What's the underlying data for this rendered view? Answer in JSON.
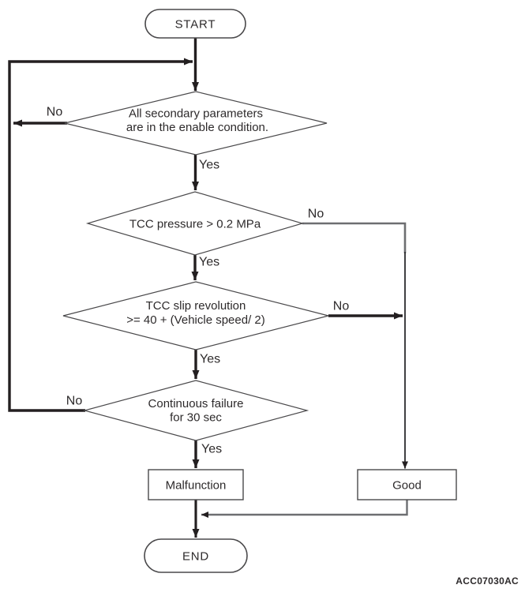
{
  "diagram": {
    "type": "flowchart",
    "reference_code": "ACC07030AC",
    "nodes": {
      "start": {
        "label": "START"
      },
      "decision_secondary_params": {
        "line1": "All secondary parameters",
        "line2": "are in the enable condition."
      },
      "decision_tcc_pressure": {
        "label": "TCC pressure > 0.2 MPa"
      },
      "decision_tcc_slip": {
        "line1": "TCC slip revolution",
        "line2": ">= 40 + (Vehicle speed/ 2)"
      },
      "decision_continuous_failure": {
        "line1": "Continuous failure",
        "line2": "for 30 sec"
      },
      "malfunction": {
        "label": "Malfunction"
      },
      "good": {
        "label": "Good"
      },
      "end": {
        "label": "END"
      }
    },
    "edge_labels": {
      "secondary_params_no": "No",
      "secondary_params_yes": "Yes",
      "tcc_pressure_no": "No",
      "tcc_pressure_yes": "Yes",
      "tcc_slip_no": "No",
      "tcc_slip_yes": "Yes",
      "continuous_failure_no": "No",
      "continuous_failure_yes": "Yes"
    },
    "colors": {
      "line_primary": "#231f20",
      "line_secondary": "#6d6e71",
      "text": "#2d2a2b",
      "background": "#ffffff"
    }
  }
}
